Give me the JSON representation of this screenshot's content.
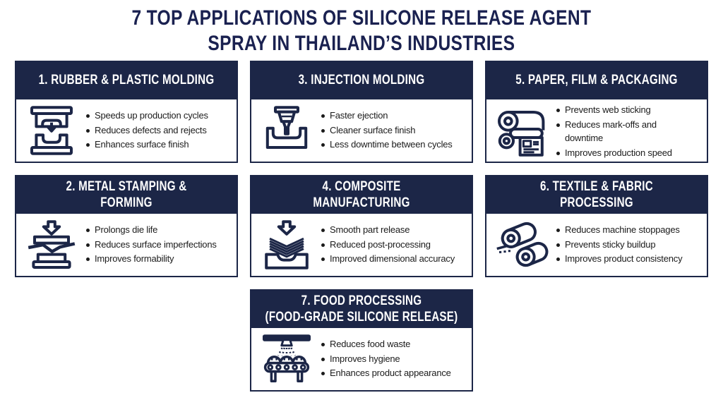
{
  "title": "7 TOP APPLICATIONS OF SILICONE RELEASE AGENT\nSPRAY IN THAILAND’S INDUSTRIES",
  "colors": {
    "navy": "#1c2647",
    "title_navy": "#1a2150",
    "body_text": "#1b1b1b",
    "card_bg": "#ffffff",
    "header_text": "#ffffff"
  },
  "cards": [
    {
      "number": 1,
      "title": "1. RUBBER & PLASTIC MOLDING",
      "icon": "mold-press-icon",
      "bullets": [
        "Speeds up production cycles",
        "Reduces defects and rejects",
        "Enhances surface finish"
      ]
    },
    {
      "number": 2,
      "title": "2. METAL STAMPING &\nFORMING",
      "icon": "metal-stamping-icon",
      "bullets": [
        "Prolongs die life",
        "Reduces surface imperfections",
        "Improves formability"
      ]
    },
    {
      "number": 3,
      "title": "3. INJECTION MOLDING",
      "icon": "injection-molding-icon",
      "bullets": [
        "Faster ejection",
        "Cleaner surface finish",
        "Less downtime between cycles"
      ]
    },
    {
      "number": 4,
      "title": "4. COMPOSITE\nMANUFACTURING",
      "icon": "composite-layers-icon",
      "bullets": [
        "Smooth part release",
        "Reduced post-processing",
        "Improved dimensional accuracy"
      ]
    },
    {
      "number": 5,
      "title": "5. PAPER, FILM & PACKAGING",
      "icon": "paper-roll-icon",
      "bullets": [
        "Prevents web sticking",
        "Reduces mark-offs and\ndowntime",
        "Improves production speed"
      ]
    },
    {
      "number": 6,
      "title": "6. TEXTILE & FABRIC\nPROCESSING",
      "icon": "fabric-rolls-icon",
      "bullets": [
        "Reduces machine stoppages",
        "Prevents sticky buildup",
        "Improves product consistency"
      ]
    },
    {
      "number": 7,
      "title": "7. FOOD PROCESSING\n(FOOD-GRADE SILICONE RELEASE)",
      "icon": "food-conveyor-icon",
      "bullets": [
        "Reduces food waste",
        "Improves hygiene",
        "Enhances product appearance"
      ]
    }
  ]
}
